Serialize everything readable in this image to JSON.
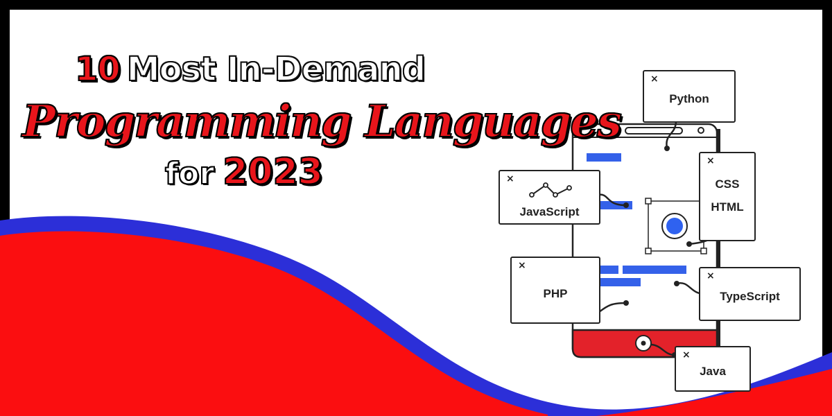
{
  "headline": {
    "line1_number": "10",
    "line1_text": "Most In-Demand",
    "line2": "Programming Languages",
    "line3_prefix": "for",
    "line3_year": "2023"
  },
  "cards": {
    "python": "Python",
    "javascript": "JavaScript",
    "css": "CSS",
    "html": "HTML",
    "php": "PHP",
    "typescript": "TypeScript",
    "java": "Java",
    "close_glyph": "×"
  },
  "colors": {
    "accent_red": "#e8151b",
    "wave_blue": "#2c2fd8",
    "ui_blue": "#3461e9",
    "frame_black": "#000000"
  },
  "icons": [
    "close-icon",
    "line-chart-icon",
    "record-icon",
    "home-button-icon"
  ]
}
